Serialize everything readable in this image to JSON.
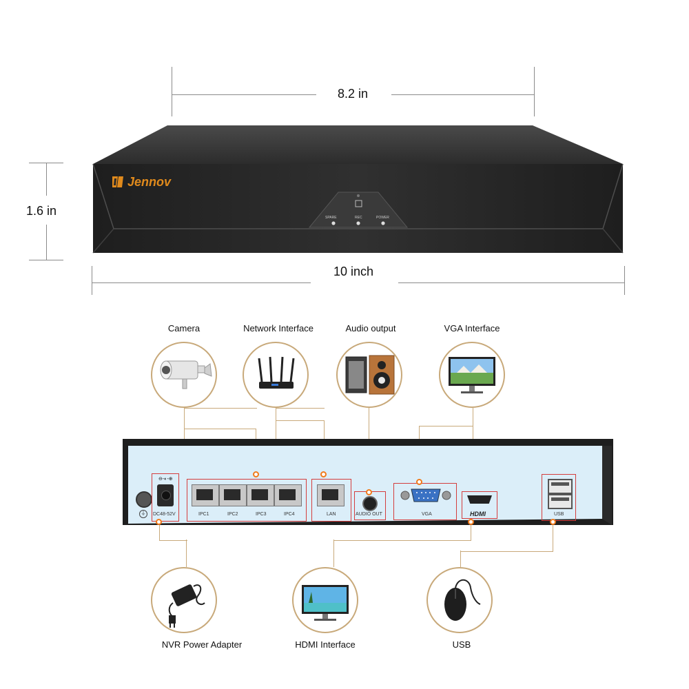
{
  "dimensions": {
    "width_top": "8.2 in",
    "height_side": "1.6 in",
    "width_bottom": "10 inch"
  },
  "front_panel": {
    "brand": "Jennov",
    "indicators": [
      "SPARE",
      "REC",
      "POWER"
    ]
  },
  "top_callouts": [
    {
      "label": "Camera",
      "icon": "camera-icon"
    },
    {
      "label": "Network Interface",
      "icon": "router-icon"
    },
    {
      "label": "Audio output",
      "icon": "speaker-icon"
    },
    {
      "label": "VGA Interface",
      "icon": "monitor-icon"
    }
  ],
  "bottom_callouts": [
    {
      "label": "NVR Power Adapter",
      "icon": "power-adapter-icon"
    },
    {
      "label": "HDMI  Interface",
      "icon": "monitor-icon"
    },
    {
      "label": "USB",
      "icon": "mouse-icon"
    }
  ],
  "rear_panel": {
    "power_label": "DC48-52V",
    "poe_ports": [
      "IPC1",
      "IPC2",
      "IPC3",
      "IPC4"
    ],
    "lan_label": "LAN",
    "audio_label": "AUDIO OUT",
    "vga_label": "VGA",
    "hdmi_label": "HDMI",
    "usb_label": "USB"
  },
  "colors": {
    "accent_orange": "#f07a1a",
    "callout_tan": "#c8a97a",
    "highlight_red": "#d43c3c",
    "rear_panel_blue": "#dbeef9",
    "chassis_dark": "#2a2a2a"
  }
}
